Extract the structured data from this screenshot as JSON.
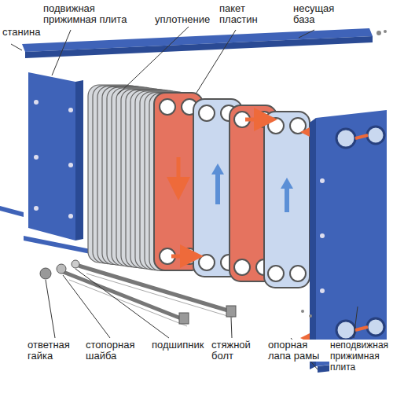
{
  "diagram": {
    "labels": [
      "станина",
      "подвижная прижимная плита",
      "уплотнение",
      "пакет пластин",
      "несущая база",
      "ответная гайка",
      "стопорная шайба",
      "подшипник",
      "стяжной болт",
      "опорная лапа рамы",
      "неподвижная прижимная плита"
    ]
  }
}
